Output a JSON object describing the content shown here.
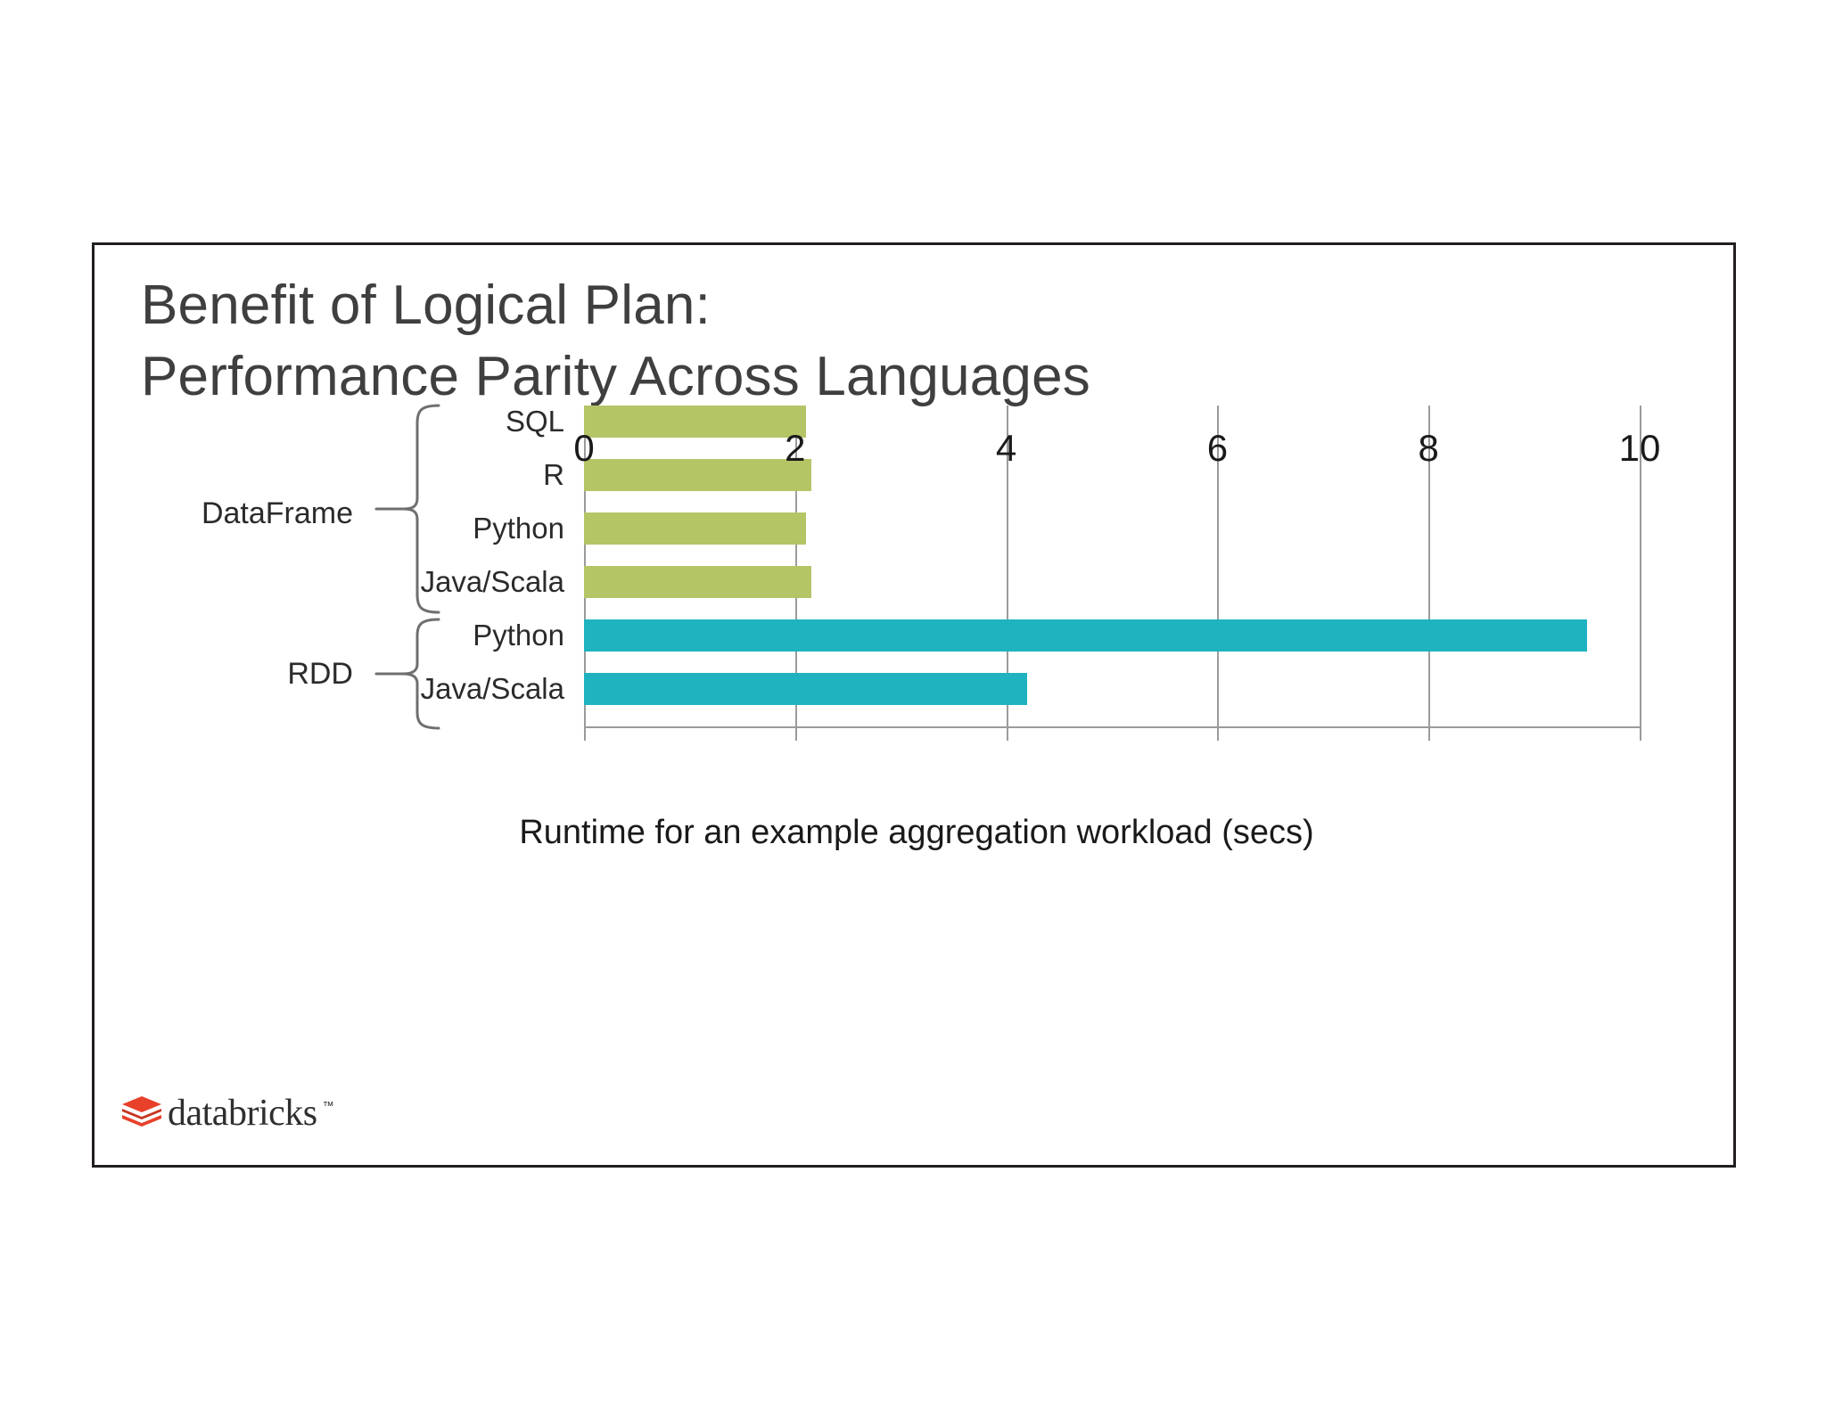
{
  "slide": {
    "title_line_1": "Benefit of Logical Plan:",
    "title_line_2": "Performance Parity Across Languages",
    "border_color": "#231f20",
    "background": "#ffffff"
  },
  "logo": {
    "name": "databricks",
    "trademark": "™",
    "mark_color": "#e8402a",
    "text_color": "#2f2f2f"
  },
  "groups": [
    {
      "label": "DataFrame",
      "color": "#b4c566",
      "members": [
        "SQL",
        "R",
        "Python",
        "Java/Scala"
      ]
    },
    {
      "label": "RDD",
      "color": "#1fb3c0",
      "members": [
        "Python",
        "Java/Scala"
      ]
    }
  ],
  "chart_data": {
    "type": "bar",
    "orientation": "horizontal",
    "title": "Benefit of Logical Plan: Performance Parity Across Languages",
    "xlabel": "Runtime for an example aggregation workload (secs)",
    "ylabel": "",
    "xlim": [
      0,
      10
    ],
    "xticks": [
      0,
      2,
      4,
      6,
      8,
      10
    ],
    "xtick_labels": [
      "0",
      "2",
      "4",
      "6",
      "8",
      "10"
    ],
    "grid": true,
    "grid_axis": "x",
    "legend": "none",
    "categories": [
      "SQL",
      "R",
      "Python",
      "Java/Scala",
      "Python",
      "Java/Scala"
    ],
    "groups": [
      "DataFrame",
      "DataFrame",
      "DataFrame",
      "DataFrame",
      "RDD",
      "RDD"
    ],
    "values": [
      2.1,
      2.15,
      2.1,
      2.15,
      9.5,
      4.2
    ],
    "colors": [
      "#b4c566",
      "#b4c566",
      "#b4c566",
      "#b4c566",
      "#1fb3c0",
      "#1fb3c0"
    ],
    "bars": [
      {
        "category": "SQL",
        "group": "DataFrame",
        "value": 2.1,
        "color": "#b4c566"
      },
      {
        "category": "R",
        "group": "DataFrame",
        "value": 2.15,
        "color": "#b4c566"
      },
      {
        "category": "Python",
        "group": "DataFrame",
        "value": 2.1,
        "color": "#b4c566"
      },
      {
        "category": "Java/Scala",
        "group": "DataFrame",
        "value": 2.15,
        "color": "#b4c566"
      },
      {
        "category": "Python",
        "group": "RDD",
        "value": 9.5,
        "color": "#1fb3c0"
      },
      {
        "category": "Java/Scala",
        "group": "RDD",
        "value": 4.2,
        "color": "#1fb3c0"
      }
    ],
    "axis_color": "#9b9b9b"
  }
}
